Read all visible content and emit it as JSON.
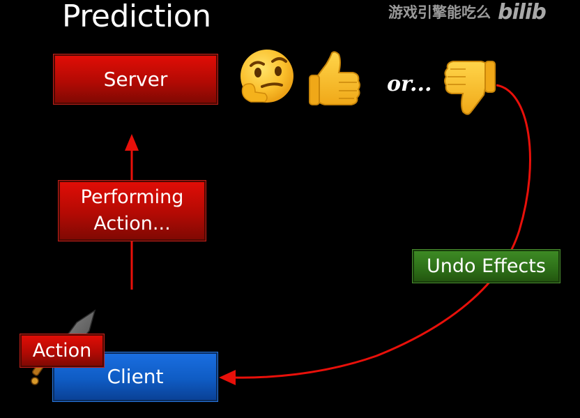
{
  "slide": {
    "title": "Prediction",
    "watermark_text": "游戏引擎能吃么",
    "watermark_logo": "bilib",
    "or_text": "or..."
  },
  "boxes": {
    "server": "Server",
    "performing_line1": "Performing",
    "performing_line2": "Action...",
    "client": "Client",
    "action": "Action",
    "undo": "Undo Effects"
  },
  "colors": {
    "box_red": "#c50c05",
    "box_blue": "#1262d0",
    "box_green": "#2e6f1a",
    "arrow_red": "#e8100a"
  },
  "icons": {
    "thinking": "thinking-face-icon",
    "thumbs_up": "thumbs-up-icon",
    "thumbs_down": "thumbs-down-icon",
    "sword": "sword-icon"
  }
}
